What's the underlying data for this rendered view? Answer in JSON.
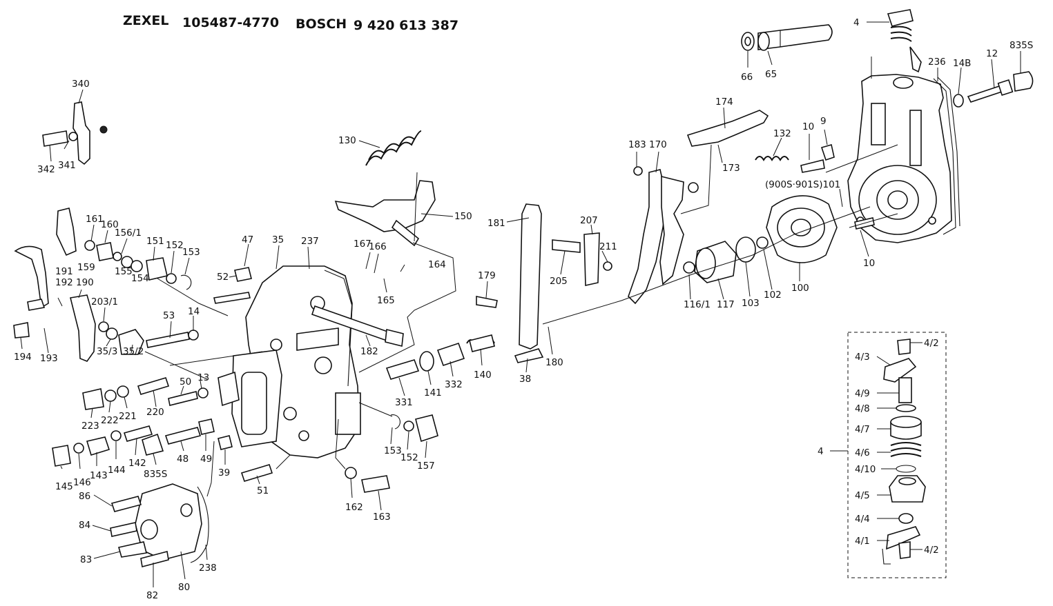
{
  "header": {
    "brand1": "ZEXEL",
    "part_no1": "105487-4770",
    "brand2": "BOSCH",
    "part_no2": "9 420 613 387"
  },
  "labels": {
    "p4_top": "4",
    "p66": "66",
    "p65": "65",
    "p236": "236",
    "p14B": "14B",
    "p12": "12",
    "p835S_tr": "835S",
    "p340": "340",
    "p342": "342",
    "p341": "341",
    "p130": "130",
    "p150": "150",
    "p174": "174",
    "p173": "173",
    "p132": "132",
    "p10_a": "10",
    "p9": "9",
    "p183": "183",
    "p170": "170",
    "p900": "(900S·901S)101",
    "p10_b": "10",
    "p161": "161",
    "p160": "160",
    "p156_1": "156/1",
    "p151": "151",
    "p152_a": "152",
    "p153_a": "153",
    "p159": "159",
    "p155": "155",
    "p154": "154",
    "p191": "191",
    "p47": "47",
    "p35": "35",
    "p237": "237",
    "p52": "52",
    "p167": "167",
    "p166": "166",
    "p165": "165",
    "p164": "164",
    "p181": "181",
    "p207": "207",
    "p211": "211",
    "p205": "205",
    "p179": "179",
    "p180": "180",
    "p38": "38",
    "p192": "192",
    "p190": "190",
    "p203_1": "203/1",
    "p193": "193",
    "p194": "194",
    "p35_3": "35/3",
    "p35_2": "35/2",
    "p53": "53",
    "p14": "14",
    "p182": "182",
    "p116_1": "116/1",
    "p117": "117",
    "p103": "103",
    "p102": "102",
    "p100": "100",
    "p140": "140",
    "p332": "332",
    "p141": "141",
    "p331": "331",
    "p50": "50",
    "p13": "13",
    "p220": "220",
    "p223": "223",
    "p222": "222",
    "p221": "221",
    "p142": "142",
    "p835S_m": "835S",
    "p48": "48",
    "p49": "49",
    "p39": "39",
    "p145": "145",
    "p146": "146",
    "p143": "143",
    "p144": "144",
    "p51": "51",
    "p153_b": "153",
    "p152_b": "152",
    "p157": "157",
    "p162": "162",
    "p163": "163",
    "p86": "86",
    "p84": "84",
    "p83": "83",
    "p82": "82",
    "p80": "80",
    "p238": "238",
    "d4_2a": "4/2",
    "d4_3": "4/3",
    "d4_9": "4/9",
    "d4_8": "4/8",
    "d4_7": "4/7",
    "d4": "4",
    "d4_6": "4/6",
    "d4_10": "4/10",
    "d4_5": "4/5",
    "d4_4": "4/4",
    "d4_1": "4/1",
    "d4_2b": "4/2"
  }
}
